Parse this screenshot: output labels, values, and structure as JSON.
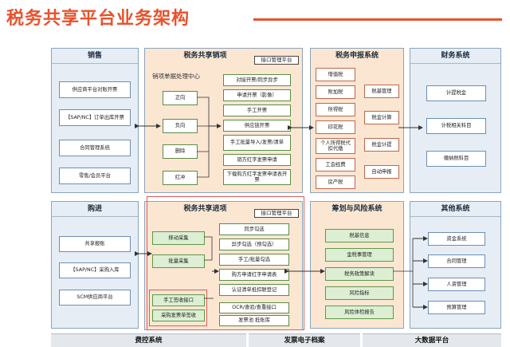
{
  "title": "税务共享平台业务架构",
  "sales": {
    "title": "销售",
    "items": [
      "供应商平台对账开票",
      "【SAP/NC】订单出库开票",
      "合同管理系统",
      "零售/会员平台"
    ]
  },
  "sales_share": {
    "title": "税务共享销项",
    "tag": "接口管理平台",
    "group_label": "销项单据处理中心",
    "left_items": [
      "正向",
      "负向",
      "删除",
      "红冲"
    ],
    "right_items": [
      "对接开票/同步异步",
      "申请开票（影像）",
      "手工开票",
      "供应链开票",
      "手工批量导入/发票/清单",
      "销方红字发票申请",
      "下载购方红字发票申请表开票"
    ]
  },
  "tax_filing": {
    "title": "税务申报系统",
    "left_items": [
      "增值税",
      "附加税",
      "所得税",
      "印花税",
      "个人所得税代扣代缴",
      "工会经费",
      "房产税"
    ],
    "right_items": [
      "税基管理",
      "税金计算",
      "税金计提",
      "自动申报"
    ]
  },
  "finance": {
    "title": "财务系统",
    "items": [
      "计提税金",
      "计税相关科目",
      "缴纳税科目"
    ]
  },
  "purchase": {
    "title": "购进",
    "items": [
      "共享报账",
      "【SAP/NC】采购入库",
      "SCM供应商平台"
    ]
  },
  "purchase_share": {
    "title": "税务共享进项",
    "tag": "接口管理平台",
    "left_items": [
      "移动采集",
      "批量采集"
    ],
    "bottom_left_items": [
      "手工签收接口",
      "采购发票单签收"
    ],
    "right_items": [
      "同步勾选",
      "异步勾选（预勾选）",
      "手工/批量勾选",
      "购方申请红字申请表",
      "认证清单抵扣联登记"
    ],
    "bottom_right_items": [
      "OCR/查验/查重接口",
      "发票池 抵账库"
    ]
  },
  "planning": {
    "title": "筹划与风险系统",
    "items": [
      "税基信息",
      "金税事管理",
      "税务政策解读",
      "风险指标",
      "风险体检报告"
    ]
  },
  "other": {
    "title": "其他系统",
    "items": [
      "资金系统",
      "合同管理",
      "人资管理",
      "预算管理"
    ]
  },
  "footer": [
    "费控系统",
    "发票电子档案",
    "大数据平台"
  ]
}
